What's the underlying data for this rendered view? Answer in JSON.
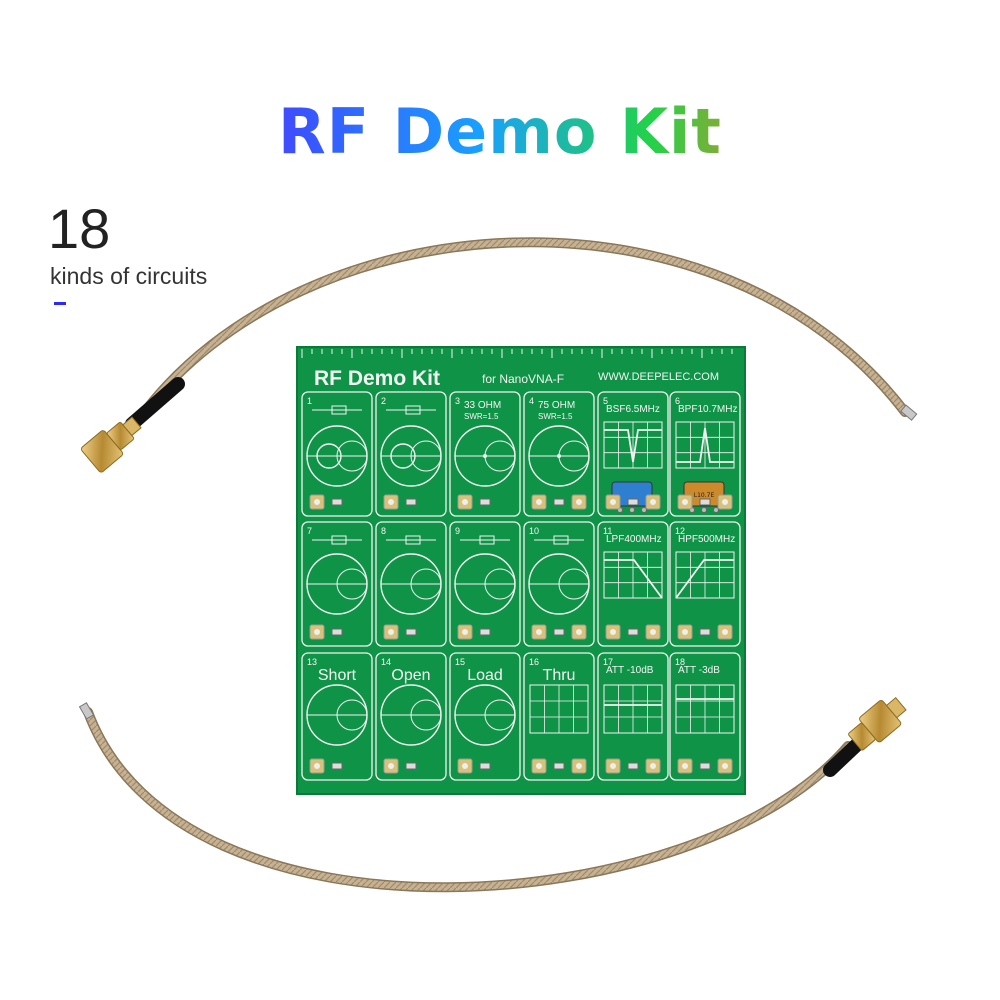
{
  "headline": "RF Demo Kit",
  "stat": {
    "value": "18",
    "label": "kinds of circuits"
  },
  "pcb": {
    "title": "RF Demo Kit",
    "subtitle": "for NanoVNA-F",
    "website": "WWW.DEEPELEC.COM",
    "cells": [
      {
        "num": "1",
        "label": ""
      },
      {
        "num": "2",
        "label": ""
      },
      {
        "num": "3",
        "label": "33 OHM",
        "sub": "SWR=1.5"
      },
      {
        "num": "4",
        "label": "75 OHM",
        "sub": "SWR=1.5"
      },
      {
        "num": "5",
        "label": "BSF6.5MHz"
      },
      {
        "num": "6",
        "label": "BPF10.7MHz"
      },
      {
        "num": "7",
        "label": ""
      },
      {
        "num": "8",
        "label": ""
      },
      {
        "num": "9",
        "label": ""
      },
      {
        "num": "10",
        "label": ""
      },
      {
        "num": "11",
        "label": "LPF400MHz"
      },
      {
        "num": "12",
        "label": "HPF500MHz"
      },
      {
        "num": "13",
        "label": "Short"
      },
      {
        "num": "14",
        "label": "Open"
      },
      {
        "num": "15",
        "label": "Load"
      },
      {
        "num": "16",
        "label": "Thru"
      },
      {
        "num": "17",
        "label": "ATT -10dB"
      },
      {
        "num": "18",
        "label": "ATT -3dB"
      }
    ],
    "component_marks": [
      "",
      "L10.7E"
    ]
  },
  "colors": {
    "pcb_green": "#0f9447",
    "silkscreen": "#f2f2f2",
    "gold": "#c9a24a",
    "cable": "#cbb89a"
  }
}
